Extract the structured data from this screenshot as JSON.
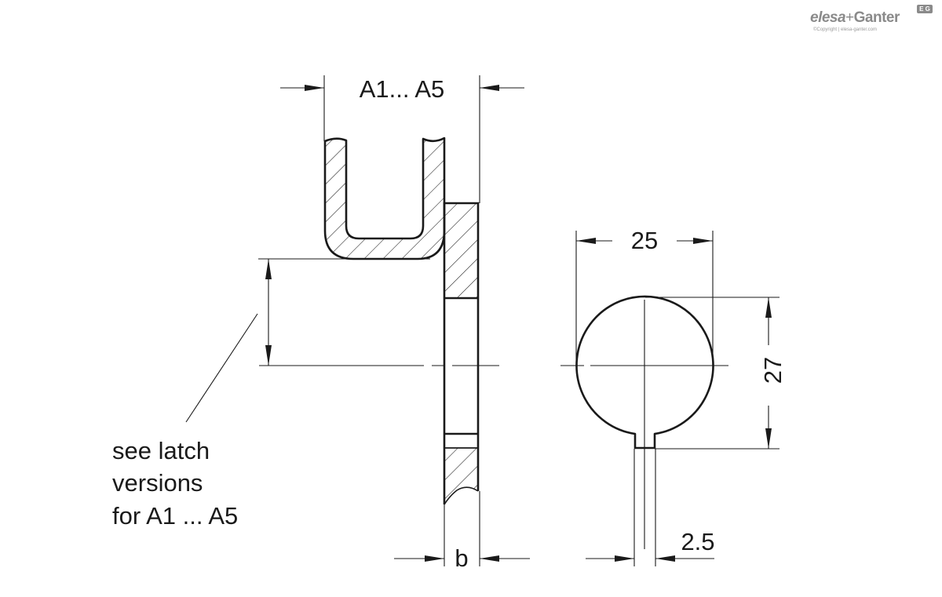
{
  "logo": {
    "brand_left": "elesa",
    "plus": "+",
    "brand_right": "Ganter",
    "badge": "E G",
    "copyright": "©Copyright | elesa-ganter.com"
  },
  "dimensions": {
    "latch_width": "A1... A5",
    "diameter": "25",
    "height": "27",
    "thickness": "b",
    "key_width": "2.5"
  },
  "note": {
    "line1": "see latch",
    "line2": "versions",
    "line3": "for A1 ... A5"
  },
  "colors": {
    "line": "#1a1a1a",
    "logo": "#8a8a8a"
  }
}
